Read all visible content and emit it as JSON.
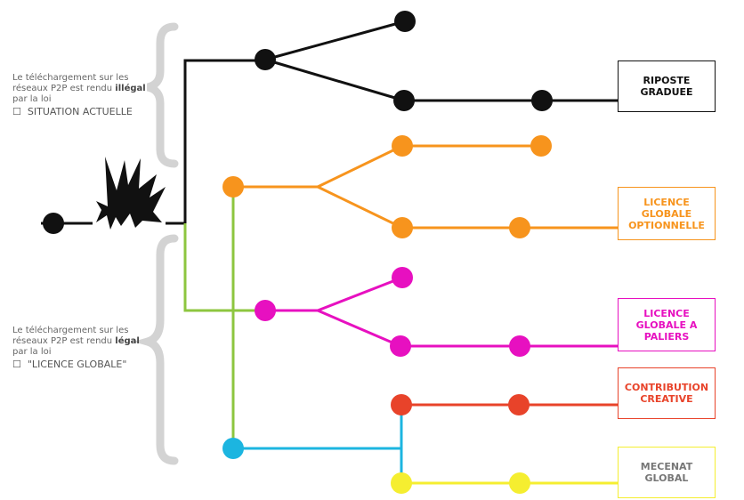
{
  "notes": {
    "top": {
      "line1": "Le téléchargement sur les",
      "line2_prefix": "réseaux P2P est rendu ",
      "line2_bold": "illégal",
      "line3": "par la loi",
      "situation_checkbox": "☐",
      "situation": "SITUATION ACTUELLE"
    },
    "bottom": {
      "line1": "Le téléchargement sur les",
      "line2_prefix": "réseaux P2P est rendu ",
      "line2_bold": "légal",
      "line3": "par la loi",
      "situation_checkbox": "☐",
      "situation": "\"LICENCE GLOBALE\""
    }
  },
  "boxes": {
    "riposte": {
      "line1": "RIPOSTE",
      "line2": "GRADUEE",
      "color": "#111111"
    },
    "licence_opt": {
      "line1": "LICENCE",
      "line2": "GLOBALE",
      "line3": "OPTIONNELLE",
      "color": "#F7941D"
    },
    "licence_pal": {
      "line1": "LICENCE",
      "line2": "GLOBALE A",
      "line3": "PALIERS",
      "color": "#E710C0"
    },
    "contribution": {
      "line1": "CONTRIBUTION",
      "line2": "CREATIVE",
      "color": "#E8432A"
    },
    "mecenat": {
      "line1": "MECENAT",
      "line2": "GLOBAL",
      "color": "#777777",
      "border": "#F5EE30"
    }
  },
  "colors": {
    "black": "#111111",
    "orange": "#F7941D",
    "magenta": "#E710C0",
    "red": "#E8432A",
    "yellow": "#F5EE30",
    "green": "#8DC63F",
    "cyan": "#1CB5E0",
    "brace": "#D3D3D3"
  },
  "icons": {
    "explosion": "explosion-icon"
  }
}
